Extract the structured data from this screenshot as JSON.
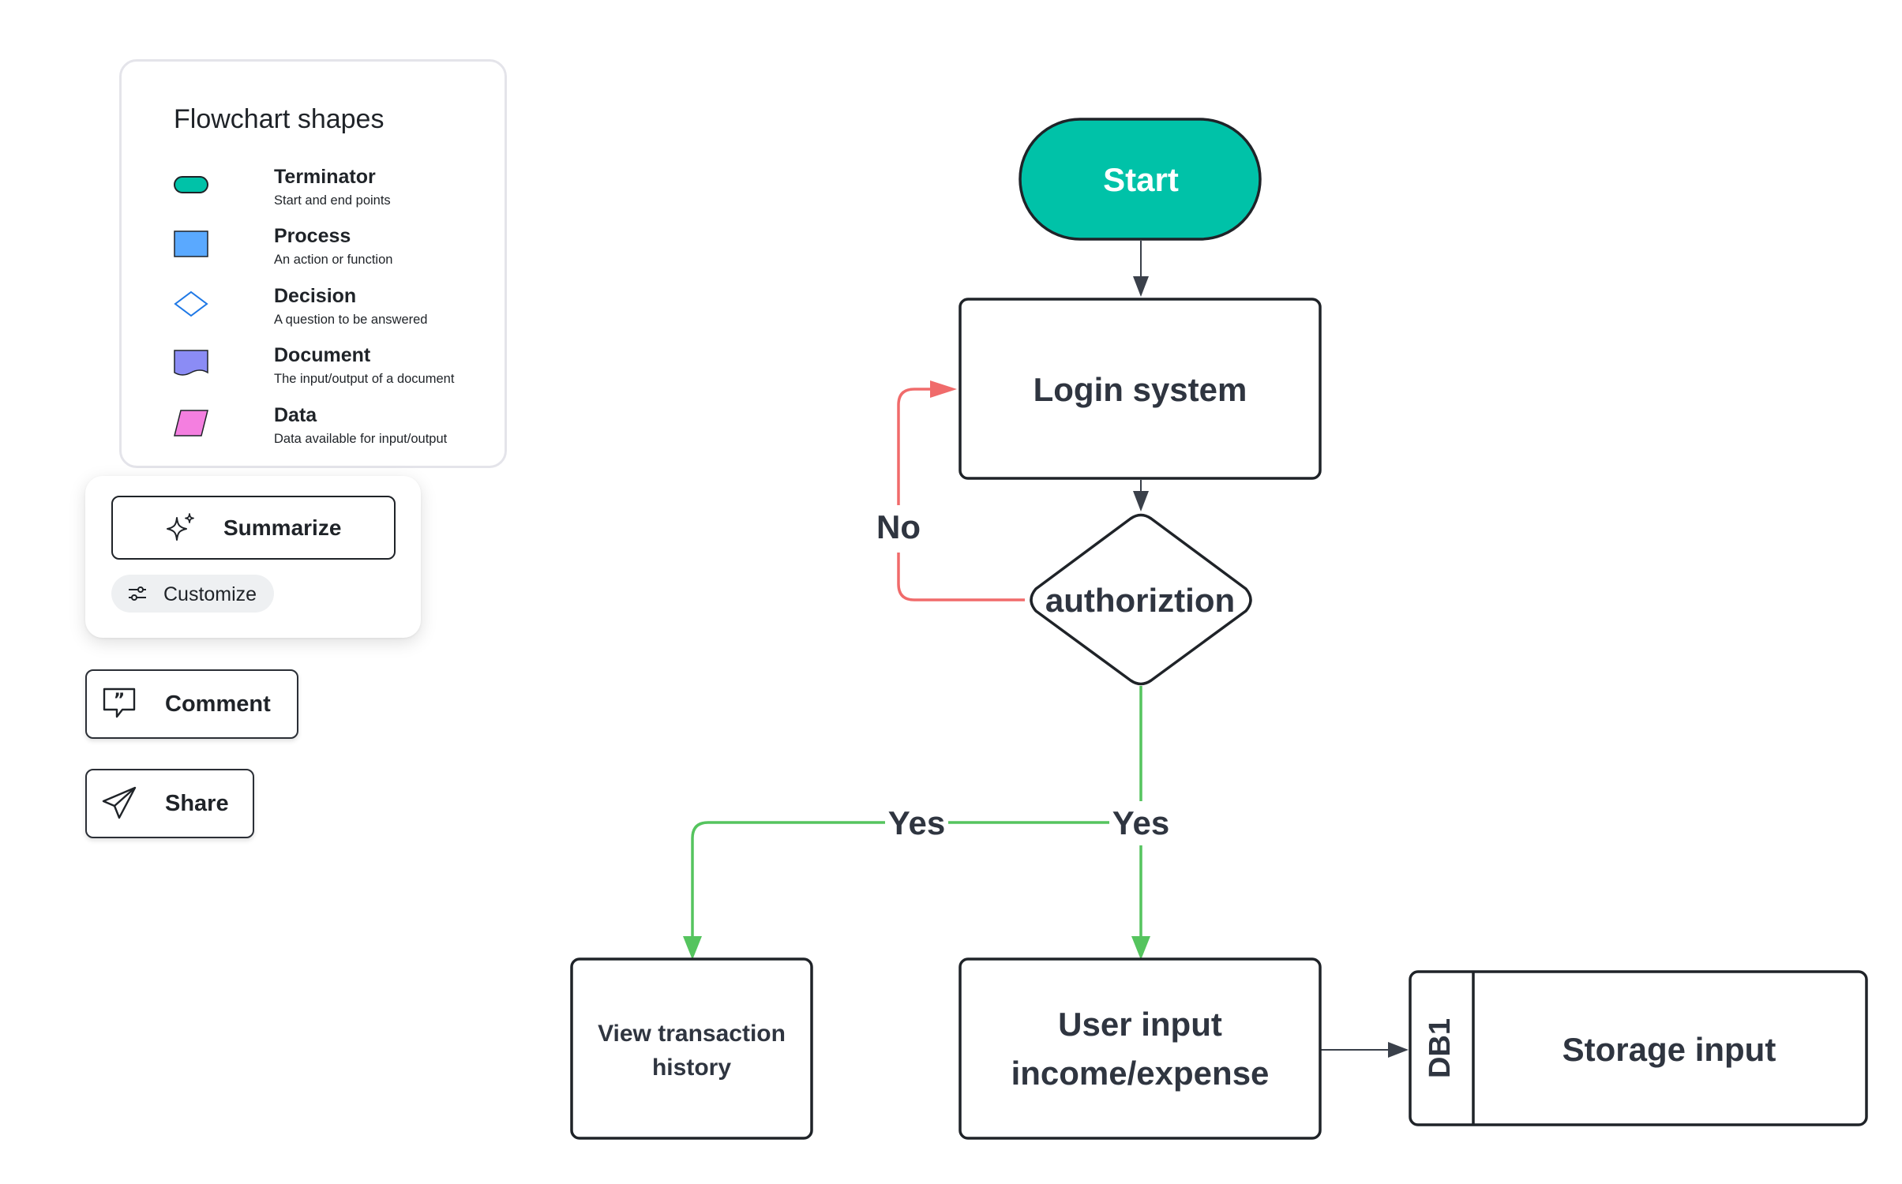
{
  "legend": {
    "title": "Flowchart shapes",
    "items": [
      {
        "name": "Terminator",
        "desc": "Start and end points",
        "color": "#00c2a8"
      },
      {
        "name": "Process",
        "desc": "An action or function",
        "color": "#5aa9ff"
      },
      {
        "name": "Decision",
        "desc": "A question to be answered",
        "color": "#1e78e6"
      },
      {
        "name": "Document",
        "desc": "The input/output of a document",
        "color": "#8b8cf5"
      },
      {
        "name": "Data",
        "desc": "Data available for input/output",
        "color": "#f47fe0"
      }
    ]
  },
  "actions": {
    "summarize_label": "Summarize",
    "customize_label": "Customize",
    "comment_label": "Comment",
    "share_label": "Share"
  },
  "icons": {
    "summarize": "sparkle-icon",
    "customize": "sliders-icon",
    "comment": "comment-quote-icon",
    "share": "paper-plane-icon"
  },
  "diagram": {
    "nodes": {
      "start": {
        "label": "Start",
        "shape": "terminator",
        "fill": "#00c2a8"
      },
      "login": {
        "label": "Login system",
        "shape": "process"
      },
      "auth": {
        "label": "authoriztion",
        "shape": "decision"
      },
      "history": {
        "lines": [
          "View transaction",
          "history"
        ],
        "shape": "process"
      },
      "userinput": {
        "lines": [
          "User input",
          "income/expense"
        ],
        "shape": "process"
      },
      "storage": {
        "tag": "DB1",
        "label": "Storage input",
        "shape": "internal-storage"
      }
    },
    "edges": {
      "no_label": "No",
      "yes_label_left": "Yes",
      "yes_label_right": "Yes",
      "no_color": "#f06b6b",
      "yes_color": "#55c45e",
      "default_color": "#3a404a"
    }
  }
}
